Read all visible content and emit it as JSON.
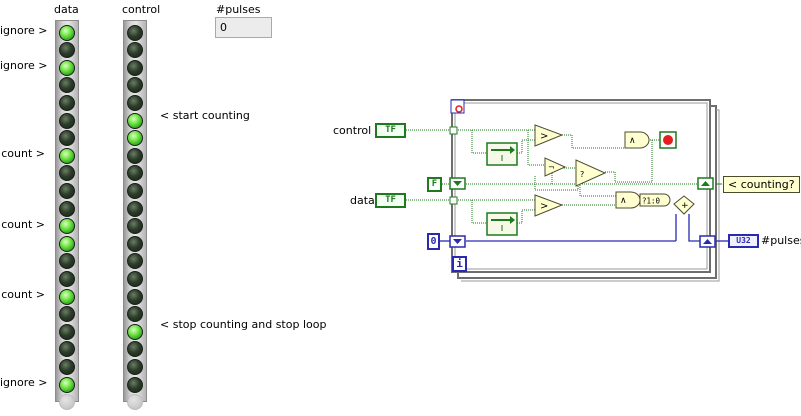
{
  "headers": {
    "data": "data",
    "control": "control",
    "pulses": "#pulses"
  },
  "pulse_count": "0",
  "row_labels": [
    {
      "text": "ignore >",
      "row": 0
    },
    {
      "text": "ignore >",
      "row": 2
    },
    {
      "text": "count >",
      "row": 7
    },
    {
      "text": "count >",
      "row": 11
    },
    {
      "text": "count >",
      "row": 15
    },
    {
      "text": "ignore >",
      "row": 20
    }
  ],
  "notes": {
    "start": "< start counting",
    "stop": "< stop counting and stop loop"
  },
  "data_leds": [
    1,
    0,
    1,
    0,
    0,
    0,
    0,
    1,
    0,
    0,
    0,
    1,
    1,
    0,
    0,
    1,
    0,
    0,
    0,
    0,
    1,
    2
  ],
  "control_leds": [
    0,
    0,
    0,
    0,
    0,
    1,
    1,
    0,
    0,
    0,
    0,
    0,
    0,
    0,
    0,
    0,
    0,
    1,
    0,
    0,
    0,
    2
  ],
  "colors": {
    "led_on": "#7de850",
    "led_off": "#2c3d2a",
    "wire_bool": "#1d7a1d",
    "wire_int": "#2a2ab0"
  },
  "diagram": {
    "control_label": "control",
    "data_label": "data",
    "tf_text": "TF",
    "false_const": "F",
    "zero_const": "0",
    "counting_label": "< counting?",
    "pulses_label": "#pulses",
    "u32_text": "U32",
    "loop_index": "i",
    "inc_text": "?1:0"
  }
}
